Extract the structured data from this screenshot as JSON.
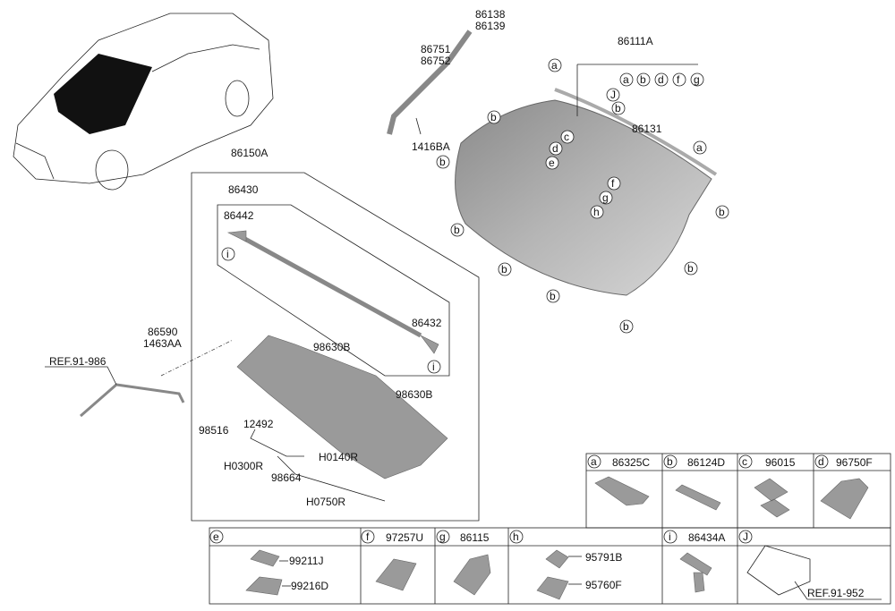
{
  "diagram": {
    "labels": {
      "p86138": "86138",
      "p86139": "86139",
      "p86751": "86751",
      "p86752": "86752",
      "p1416BA": "1416BA",
      "p86111A": "86111A",
      "p86131": "86131",
      "p86150A": "86150A",
      "p86430": "86430",
      "p86442": "86442",
      "p86432": "86432",
      "p86590": "86590",
      "p1463AA": "1463AA",
      "ref1": "REF.91-986",
      "p98630B_1": "98630B",
      "p98630B_2": "98630B",
      "p12492": "12492",
      "p98516": "98516",
      "pH0140R": "H0140R",
      "pH0300R": "H0300R",
      "p98664": "98664",
      "pH0750R": "H0750R"
    },
    "callouts": [
      "a",
      "b",
      "c",
      "d",
      "e",
      "f",
      "g",
      "h",
      "i",
      "J"
    ]
  },
  "legend_table": {
    "row1": [
      {
        "key": "a",
        "part": "86325C"
      },
      {
        "key": "b",
        "part": "86124D"
      },
      {
        "key": "c",
        "part": "96015"
      },
      {
        "key": "d",
        "part": "96750F"
      }
    ],
    "row2": [
      {
        "key": "e",
        "parts": [
          "99211J",
          "99216D"
        ]
      },
      {
        "key": "f",
        "part": "97257U"
      },
      {
        "key": "g",
        "part": "86115"
      },
      {
        "key": "h",
        "parts": [
          "95791B",
          "95760F"
        ]
      },
      {
        "key": "i",
        "part": "86434A"
      },
      {
        "key": "J",
        "ref": "REF.91-952"
      }
    ]
  }
}
